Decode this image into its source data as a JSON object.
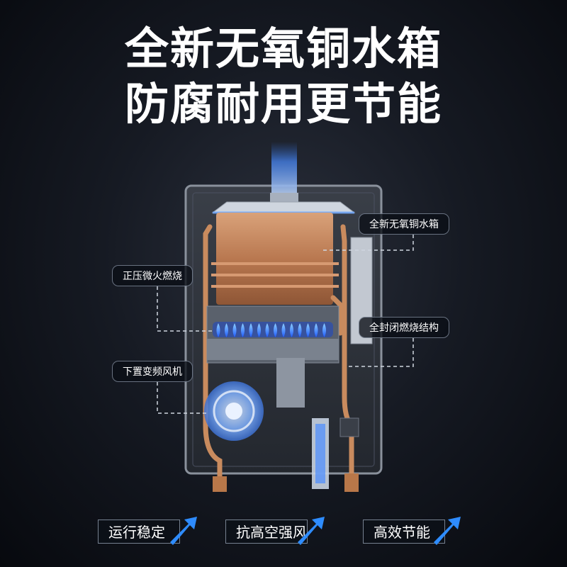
{
  "headline": {
    "line1": "全新无氧铜水箱",
    "line2": "防腐耐用更节能"
  },
  "callouts": [
    {
      "text": "全新无氧铜水箱"
    },
    {
      "text": "正压微火燃烧"
    },
    {
      "text": "全封闭燃烧结构"
    },
    {
      "text": "下置变频风机"
    }
  ],
  "features": [
    {
      "text": "运行稳定"
    },
    {
      "text": "抗高空强风"
    },
    {
      "text": "高效节能"
    }
  ],
  "colors": {
    "background": "#0b0f17",
    "copper": "#c98b5e",
    "flame": "#2f7bff",
    "accent_arrow": "#2e8cff",
    "text": "#ffffff"
  },
  "icons": [
    "blue-arrow-icon",
    "blue-arrow-icon",
    "blue-arrow-icon"
  ]
}
